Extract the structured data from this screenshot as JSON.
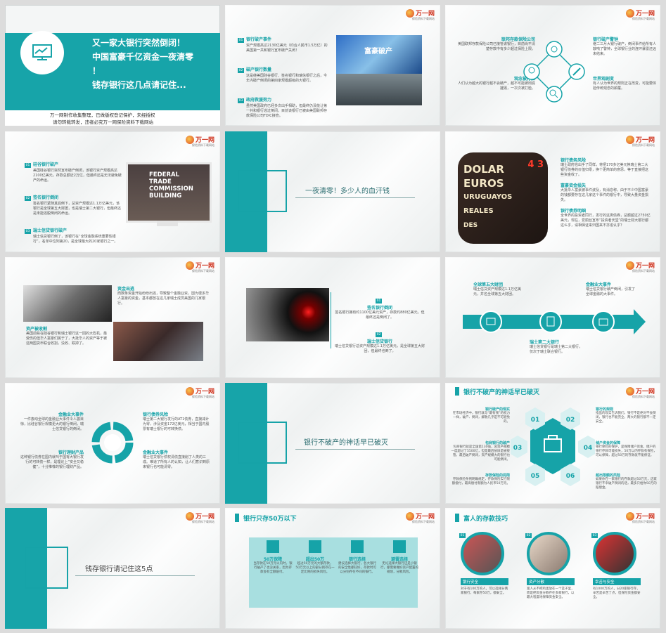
{
  "logo": {
    "name": "万一网",
    "tagline": "保险资料下载网站"
  },
  "s1": {
    "title_lines": [
      "又一家大银行突然倒闭！",
      "中国富豪千亿资金一夜清零",
      "！",
      "钱存银行这几点请记住..."
    ],
    "notice_lines": [
      "万一网制作收集整理，已做版权登记保护，未经授权",
      "请勿转载转发，违者必究万一网保险资料下载网站"
    ]
  },
  "s2": {
    "items": [
      {
        "num": "01",
        "title": "银行破产事件",
        "text": "资产规模高达2130亿美元（约合人民币1.5万亿）的美国第一共和银行宣布破产关闭！"
      },
      {
        "num": "02",
        "title": "破产银行数量",
        "text": "这是继美国硅谷银行、签名银行和瑞信银行之后，今年内破产倒闭的第四家规模超级的大银行。"
      },
      {
        "num": "03",
        "title": "政府救援努力",
        "text": "虽然美国政府已经多次出手相助，但最终仍没能让第一共和银行逃过倒闭，目前该银行已被由美国联邦存款保险公司FDIC接管。"
      }
    ],
    "image_caption": "富豪破产"
  },
  "s3": {
    "nodes": [
      {
        "title": "联邦存款保险公司",
        "text": "美国联邦存款保险公司已接管该银行，目前尚不清楚存款中有多少超过保险上限。"
      },
      {
        "title": "银行破产警钟",
        "text": "继二三月大银行破产，倒闭事件给所有人敲响了警钟，全球银行业的连环暴雷还远未结束。"
      },
      {
        "title": "观念被打脸",
        "text": "人们认为越大的银行越不会破产，越不可能被彻底摧毁，一次次被打脸。"
      },
      {
        "title": "世界观剧变",
        "text": "有人认为世界的规则正在改变，可能要体验传统观念的颠覆。"
      }
    ]
  },
  "s4": {
    "items": [
      {
        "num": "01",
        "title": "硅谷银行破产",
        "text": "美国硅谷银行突然宣布破产倒闭，该银行资产规模高达2100亿美元，存款总额近2万亿，但最终还是无法避免破产的命运。"
      },
      {
        "num": "02",
        "title": "签名银行倒闭",
        "text": "签名银行紧随其后倒下，总资产规模达1.1万亿美元，该银行是全球第五大财团，也是瑞士第二大银行，但最终还是未能逃脱倒闭的命运。"
      },
      {
        "num": "03",
        "title": "瑞士信贷银行破产",
        "text": "瑞士信贷银行倒了，该银行在“全球金融系统重要性银行”，名单中位列第20，是全球最大的20家银行之一。"
      }
    ],
    "sign_lines": [
      "FEDERAL",
      "TRADE",
      "COMMISSION",
      "BUILDING"
    ]
  },
  "s5": {
    "title": "一夜清零！多少人的血汗钱"
  },
  "s6": {
    "items": [
      {
        "title": "银行债务风险",
        "text": "瑞士政府也出手了同样，将把170多亿美元换瑞士第二大银行债券的价值归零，换个更简单的意思，等于直接把这些资金收了。"
      },
      {
        "title": "富豪资金损失",
        "text": "大批华人富豪被事件波及，有消息称，由于不少中国富豪的钱都要存在这几家这个事件的银行中，导致大量资金损失。"
      },
      {
        "title": "银行债券明细",
        "text": "全世界的投资者同行，发行的这类债券，总额超过2750亿美元，现在，爱丽丝宣布“投资者天堂”的瑞士财大银行都这么乎，请相保证来归国来不亦追认乎？"
      }
    ],
    "photo_words": [
      "DOLAR",
      "EUROS",
      "URUGUAYOS",
      "REALES",
      "DES"
    ]
  },
  "s7": {
    "items": [
      {
        "title": "资金出逃",
        "text": "而数条资金开始纷纷出逃，导致整个金融业资，因为很多华人富豪的资金，基本都放在这几家瑞士成员美国的几家银行。"
      },
      {
        "title": "资产被收割",
        "text": "美国前些在硅谷银行和瑞士银行这一回的大危机，最受伤的但华人富豪们属于了，大批华人的资产等于被这两国货币联合收割，没收、跌掉了。"
      }
    ]
  },
  "s8": {
    "items": [
      {
        "num": "01",
        "title": "签名银行倒闭",
        "text": "签名银行拥有约1100亿美元资产，存款约880亿美元。但最终还是倒闭了。"
      },
      {
        "num": "02",
        "title": "瑞士信贷银行",
        "text": "瑞士信贷银行总资产规模达1.1万亿美元，是全球第五大财团，但最终也倒了。"
      }
    ]
  },
  "s9": {
    "items": [
      {
        "title": "全球第五大财团",
        "text": "瑞士信贷资产规模达1.1万亿美元，并名全球第五大财团。"
      },
      {
        "title": "金融业大事件",
        "text": "瑞士信贷银行破产倒闭，引发了全球金融的大事件。"
      },
      {
        "title": "瑞士第二大银行",
        "text": "瑞士信贷银行是瑞士第二大银行，仅次于瑞士联合银行。"
      }
    ]
  },
  "s10": {
    "items": [
      {
        "title": "金融业大事件",
        "text": "一件轰动全球的金融业大事件令人震目惊，比硅谷银行规模更大的银行倒闭，瑞士信贷银行的倒闭。"
      },
      {
        "title": "银行债券风险",
        "text": "瑞士第二大银行发行的AT1债券，直接减计为零，涉及资金172亿美元，相当于国内股票有瑞士银行的可转换债。"
      },
      {
        "title": "银行理财产品",
        "text": "这种银行债券在国内就叫于国有大银行发行的可转债一样，是理论上“安全又稳健”，十分推荐的银行理财产品。"
      },
      {
        "title": "金融业大事件",
        "text": "瑞士信贷银行债权清债直接削了人类的三成。难道了所有人的认知，让人们意识到原来银行也可能清零。"
      }
    ]
  },
  "s11": {
    "title": "银行不破产的神话早已破灭"
  },
  "s12": {
    "title": "银行不破产的神话早已破灭",
    "items": [
      {
        "num": "01",
        "title": "银行破产的现实",
        "text": "在市场经济中，银行就与“最有钱”的权力一样，破产、倒闭，解散几乎是不可避免的。"
      },
      {
        "num": "02",
        "title": "银行的规则",
        "text": "指监的现实告诉我们，银行不是绝对不会倒闭，银行也不能完全，两大的银行都不一定安全。"
      },
      {
        "num": "03",
        "title": "包商银行的破产",
        "text": "包商银行就是全国第130强，总资产规模一度超过了5500亿，但是最后依旧是被接管，最后破产倒闭，资产规模大的银行也可能倒闭。"
      },
      {
        "num": "04",
        "title": "储户资金的保障",
        "text": "银行保险的保护，是保障储户资金，储户的银行存款可能损失，50万以内存款有保险，可以保障，超过50万的存款就不能保证。"
      },
      {
        "num": "05",
        "title": "存款保险的局限",
        "text": "存款保险条例明确规定，存款保险实行限额偿付，最高偿付限额为人民币50万元。"
      },
      {
        "num": "06",
        "title": "超出限额的风险",
        "text": "如果你在一家银行的存款超过50万元，这家银行不幸破产倒闭的话，最多只给你50万的赔偿金。"
      }
    ]
  },
  "s13": {
    "title": "钱存银行请记住这5点"
  },
  "s14": {
    "title": "银行只存50万以下",
    "cards": [
      {
        "title": "50万保障",
        "text": "当存款在50万元以内时，银行破产了也没关系，因为存款会有全额赔付。"
      },
      {
        "title": "超出50万",
        "text": "超过50万元的大额存款，50万元以上的部分则存在一定比例的损失风险。"
      },
      {
        "title": "银行选择",
        "text": "建议选择大银行，各大银行的安全性都较好，存款时可以分别存在不同的银行。"
      },
      {
        "title": "避雷选择",
        "text": "无论选择大银行还是小银行，都需要做好资产配置的规划，分散风险。"
      }
    ]
  },
  "s15": {
    "title": "富人的存款技巧",
    "items": [
      {
        "num": "01",
        "title": "银行安全",
        "text": "对于有100万的人，可以选择分两家银行，每家存50万，都安全。"
      },
      {
        "num": "02",
        "title": "资产分散",
        "text": "富人从不把鸡蛋放在一个篮子里，而是把资金分散存在多家银行，以最大程度地保障资金安全。"
      },
      {
        "num": "03",
        "title": "幸苦与安全",
        "text": "有1000万的人，分20家银行存，辛苦是辛苦了点，但保险资金都安全。"
      }
    ]
  }
}
